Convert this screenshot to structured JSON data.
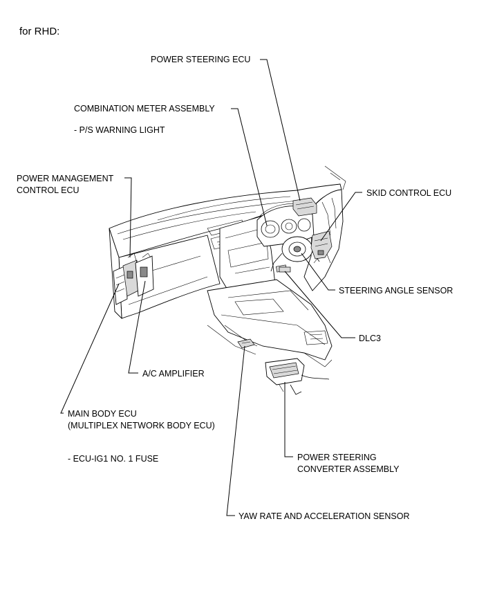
{
  "header": {
    "variant": "for RHD:"
  },
  "labels": {
    "power_steering_ecu": "POWER STEERING ECU",
    "combination_meter": "COMBINATION METER ASSEMBLY",
    "ps_warning_light": "- P/S WARNING LIGHT",
    "power_management_1": "POWER MANAGEMENT",
    "power_management_2": "CONTROL ECU",
    "skid_control_ecu": "SKID CONTROL ECU",
    "steering_angle_sensor": "STEERING ANGLE SENSOR",
    "dlc3": "DLC3",
    "ac_amplifier": "A/C AMPLIFIER",
    "main_body_ecu_1": "MAIN BODY ECU",
    "main_body_ecu_2": "(MULTIPLEX NETWORK BODY ECU)",
    "ecu_ig1_fuse": "- ECU-IG1 NO. 1 FUSE",
    "ps_converter_1": "POWER STEERING",
    "ps_converter_2": "CONVERTER ASSEMBLY",
    "yaw_rate_sensor": "YAW RATE AND ACCELERATION SENSOR"
  }
}
